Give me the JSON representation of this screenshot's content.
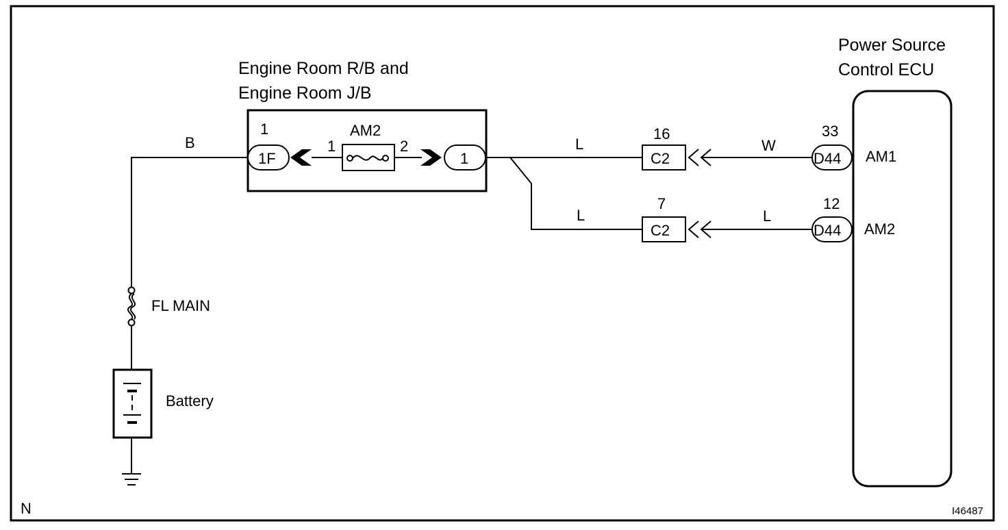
{
  "title_ecu": [
    "Power Source",
    "Control ECU"
  ],
  "title_relay_box": [
    "Engine Room R/B and",
    "Engine Room J/B"
  ],
  "battery": {
    "label": "Battery"
  },
  "main_fuse": {
    "label": "FL MAIN"
  },
  "fuse_am2": {
    "label": "AM2",
    "pin_in": "1",
    "pin_out": "2"
  },
  "connector_1f": {
    "label": "1F",
    "pin": "1"
  },
  "connector_out": {
    "label": "1"
  },
  "wire_b": {
    "color": "B"
  },
  "branch_upper": {
    "wire_in": "L",
    "connector": "C2",
    "connector_pin": "16",
    "wire_out": "W",
    "ecu_connector": "D44",
    "ecu_pin": "33",
    "terminal": "AM1"
  },
  "branch_lower": {
    "wire_in": "L",
    "connector": "C2",
    "connector_pin": "7",
    "wire_out": "L",
    "ecu_connector": "D44",
    "ecu_pin": "12",
    "terminal": "AM2"
  },
  "corner_label": "N",
  "figure_id": "I46487"
}
